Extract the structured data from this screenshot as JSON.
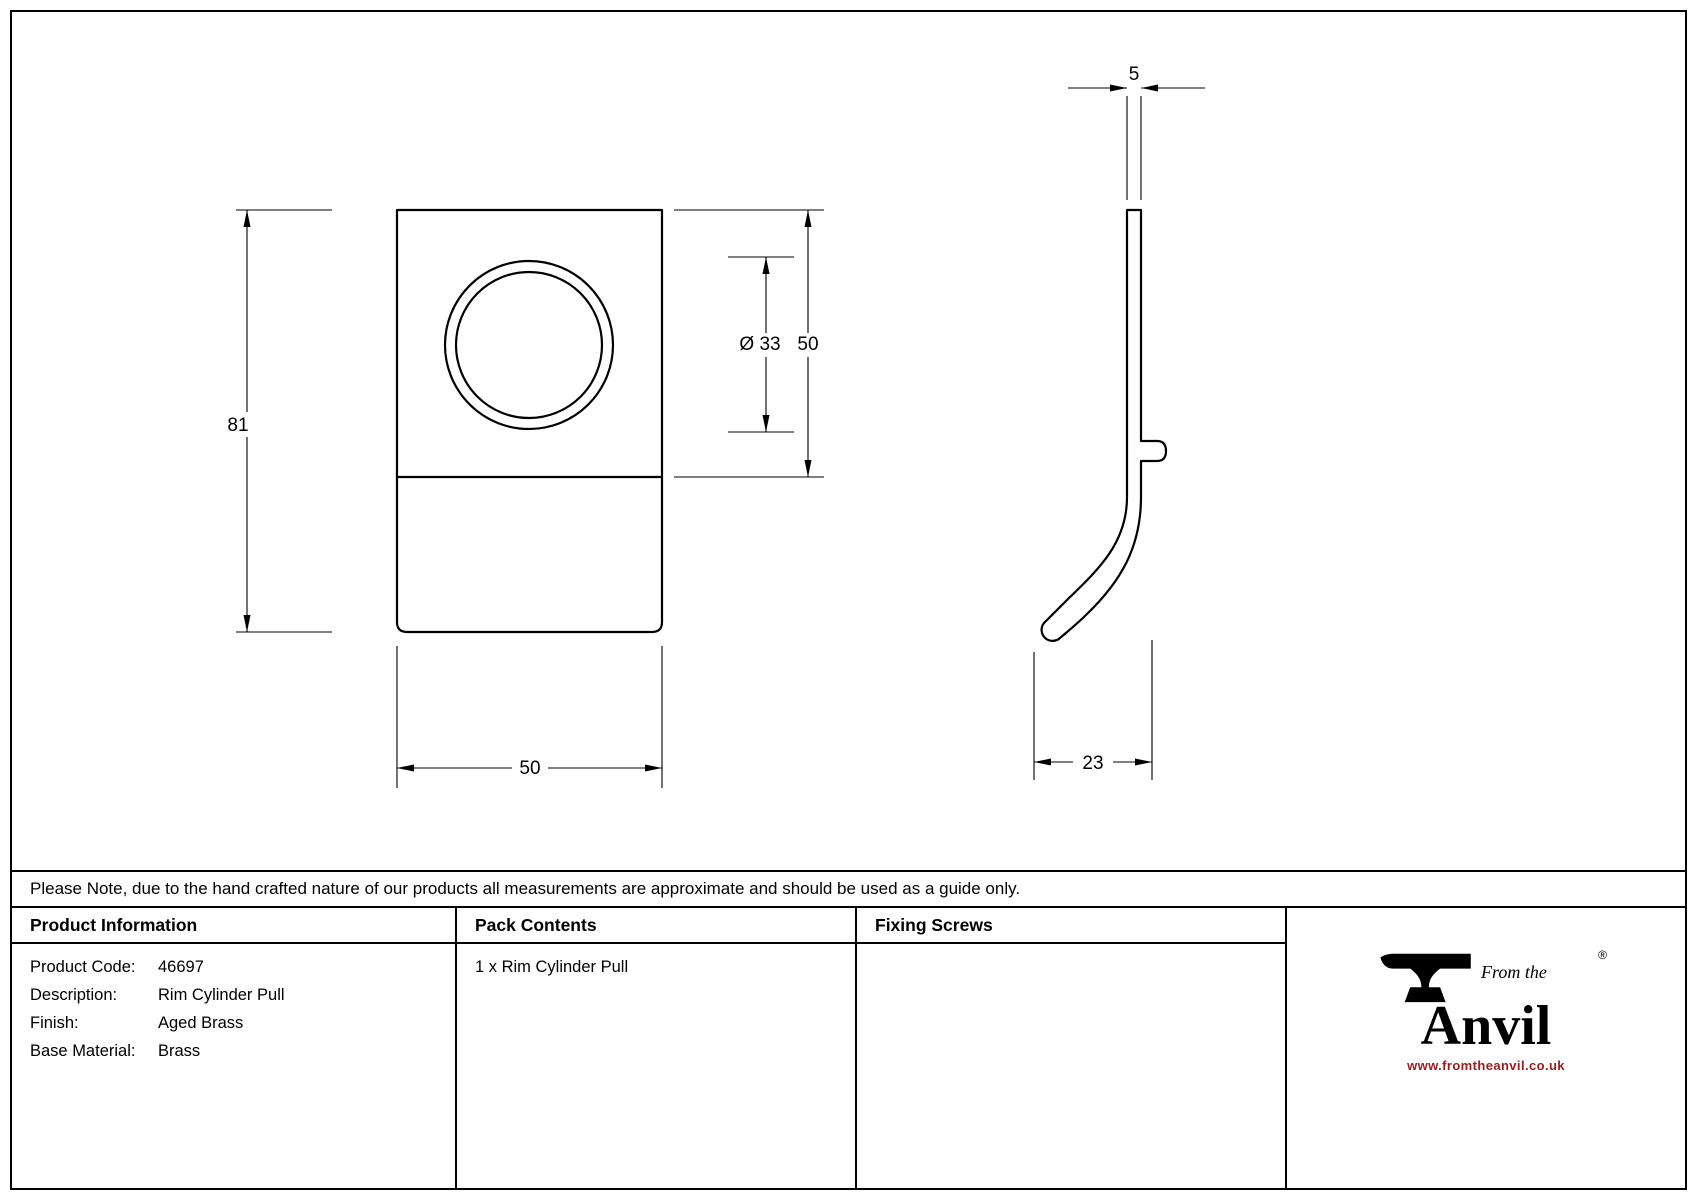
{
  "drawing": {
    "front": {
      "height": "81",
      "width": "50",
      "hole_diameter": "Ø 33",
      "cylinder_height": "50"
    },
    "side": {
      "thickness": "5",
      "depth": "23"
    }
  },
  "note": "Please Note, due to the hand crafted nature of our products all measurements are approximate and should be used as a guide only.",
  "table": {
    "product_info": {
      "header": "Product Information",
      "rows": [
        {
          "label": "Product Code:",
          "value": "46697"
        },
        {
          "label": "Description:",
          "value": "Rim Cylinder Pull"
        },
        {
          "label": "Finish:",
          "value": "Aged Brass"
        },
        {
          "label": "Base Material:",
          "value": "Brass"
        }
      ]
    },
    "pack_contents": {
      "header": "Pack Contents",
      "value": "1 x Rim Cylinder Pull"
    },
    "fixing_screws": {
      "header": "Fixing Screws",
      "value": ""
    },
    "logo": {
      "tagline": "From the",
      "registered": "®",
      "name": "Anvil",
      "url": "www.fromtheanvil.co.uk"
    }
  },
  "colors": {
    "ink": "#000000",
    "brand_red": "#9e1b1b"
  }
}
